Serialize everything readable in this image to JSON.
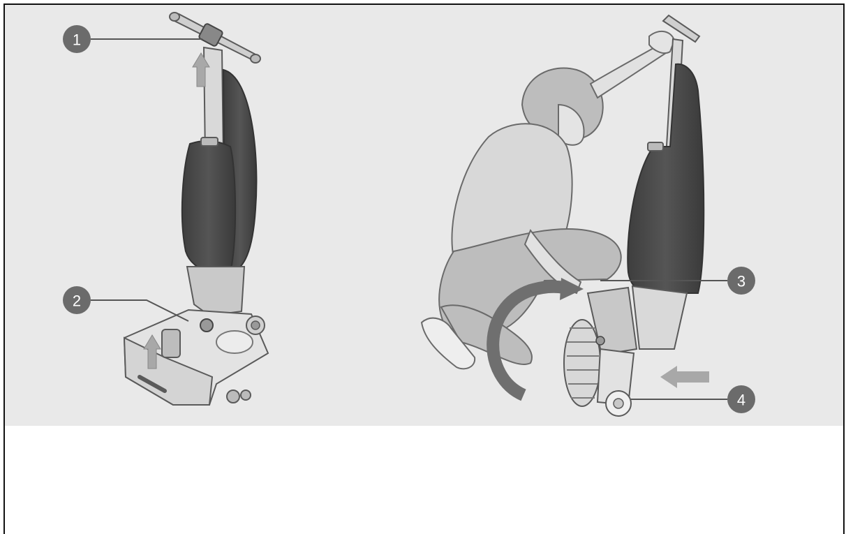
{
  "callouts": [
    {
      "id": "1",
      "label": "1"
    },
    {
      "id": "2",
      "label": "2"
    },
    {
      "id": "3",
      "label": "3"
    },
    {
      "id": "4",
      "label": "4"
    }
  ],
  "colors": {
    "background": "#e9e9e9",
    "bag": "#4a4a4a",
    "machine": "#d3d3d3",
    "outline": "#5a5a5a",
    "callout": "#6b6b6b",
    "arrow": "#9a9a9a"
  },
  "figures": [
    "upright-floor-machine",
    "person-tilting-machine"
  ]
}
